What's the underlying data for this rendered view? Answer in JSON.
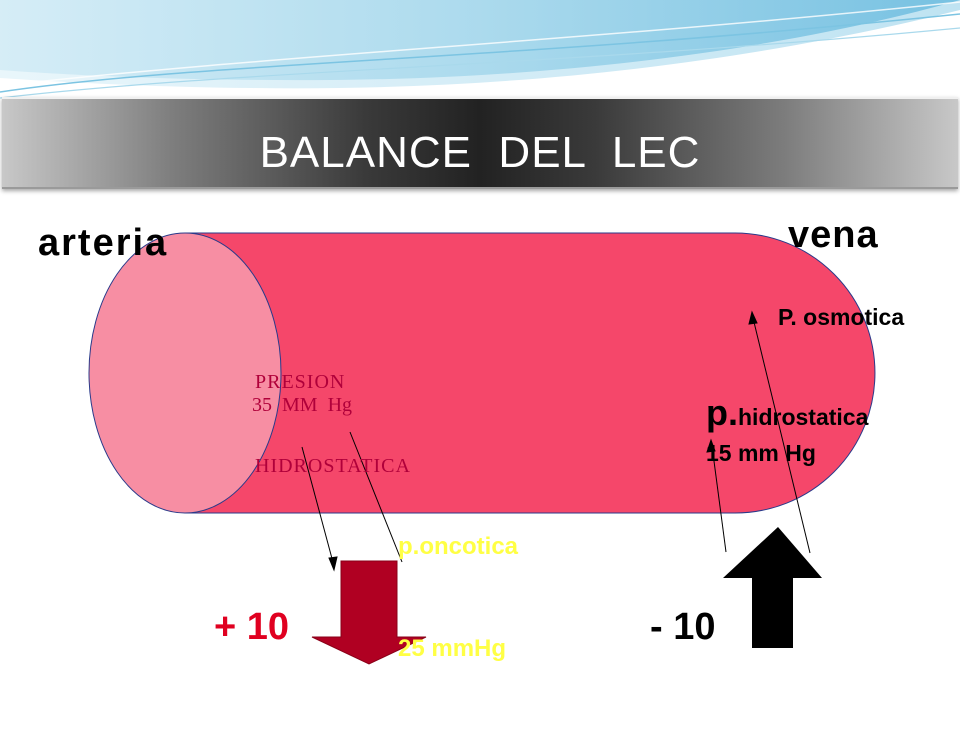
{
  "title": "BALANCE  DEL  LEC",
  "labels": {
    "arteria": "arteria",
    "vena": "vena",
    "presion_line1": "PRESION",
    "presion_line2": "HIDROSTATICA",
    "presion_value": "35  MM  Hg",
    "oncotica_line1": "p.oncotica",
    "oncotica_line2": "25 mmHg",
    "osmotica": "P. osmotica",
    "hidro_p": "p.",
    "hidro_rest": "hidrostatica",
    "hidro_value": "15 mm Hg",
    "net_arterial": "+ 10",
    "net_venous": "- 10"
  },
  "colors": {
    "vessel": "#f5476a",
    "vessel_end": "#f78ea3",
    "outflow_arrow": "#b00022",
    "inflow_arrow": "#000000",
    "plus_text": "#e00020",
    "oncotica_text": "#ffff44",
    "presion_text": "#b0003a"
  },
  "icons": {
    "outflow": "arrow-down-icon",
    "inflow": "arrow-up-icon"
  }
}
